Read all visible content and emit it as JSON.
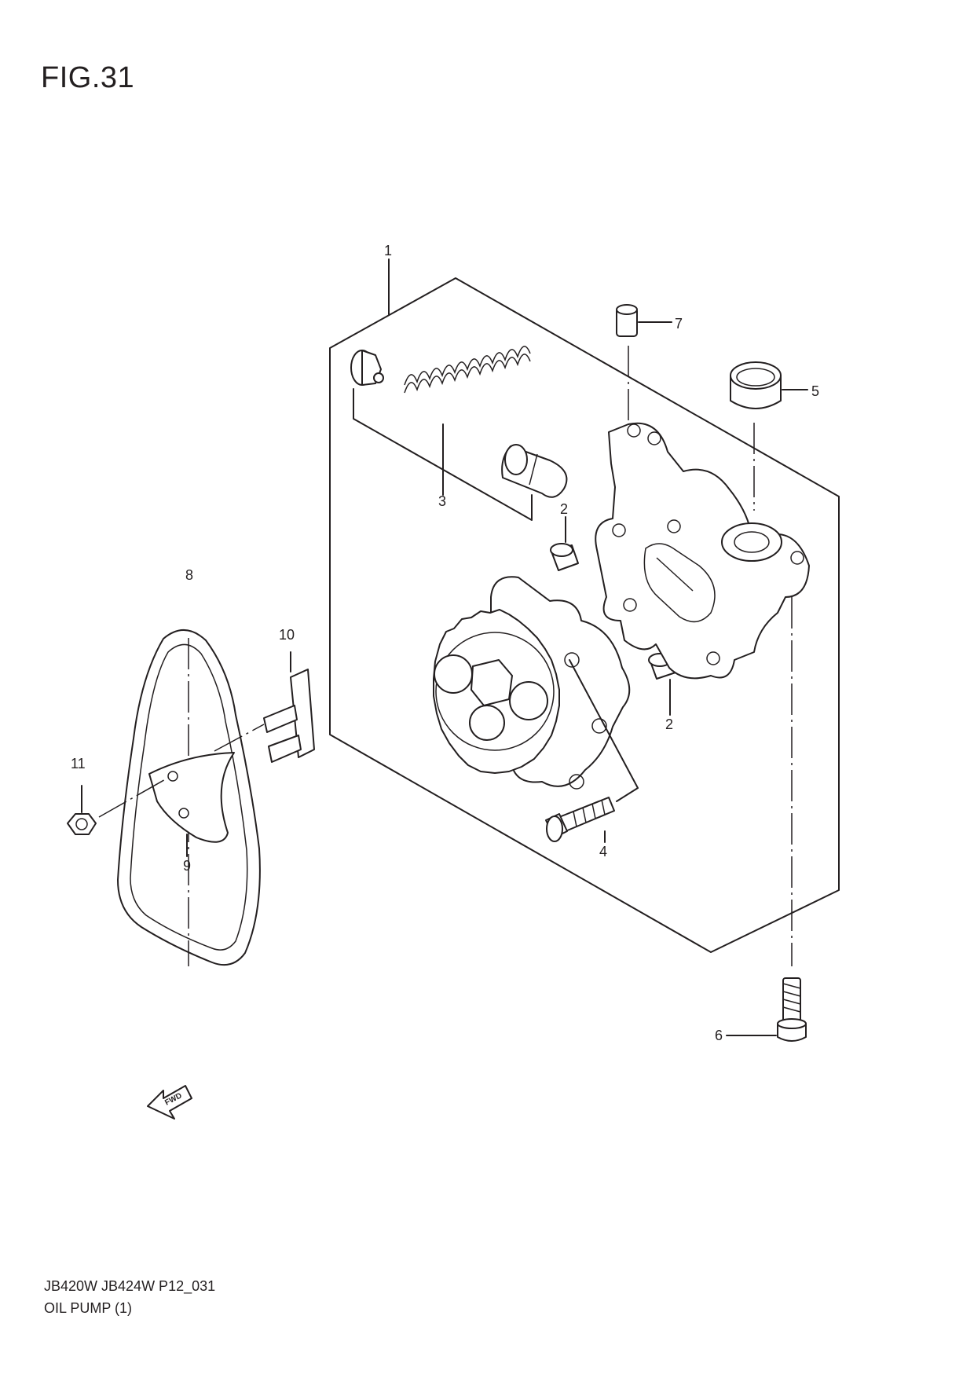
{
  "figure": {
    "title": "FIG.31"
  },
  "callouts": {
    "c1": "1",
    "c2a": "2",
    "c2b": "2",
    "c3": "3",
    "c4": "4",
    "c5": "5",
    "c6": "6",
    "c7": "7",
    "c8": "8",
    "c9": "9",
    "c10": "10",
    "c11": "11"
  },
  "fwd_label": "FWD",
  "footer": {
    "line1": "JB420W JB424W P12_031",
    "line2": "OIL PUMP (1)"
  }
}
